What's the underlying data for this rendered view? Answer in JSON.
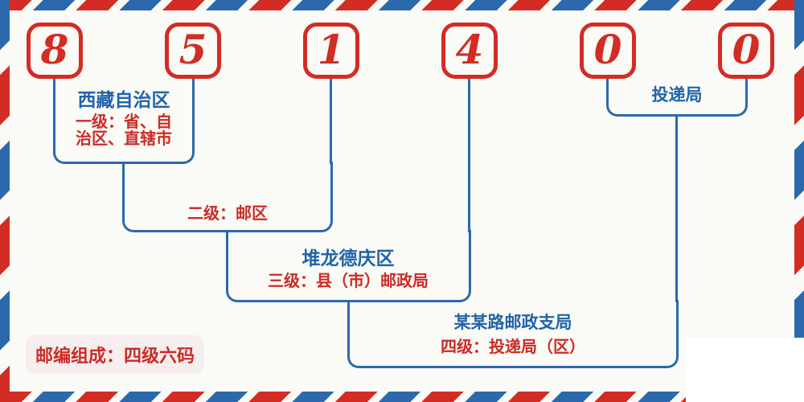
{
  "postal_code": {
    "digits": [
      "8",
      "5",
      "1",
      "4",
      "0",
      "0"
    ]
  },
  "annotations": {
    "level1": {
      "place": "西藏自治区",
      "label_line1": "一级：省、自",
      "label_line2": "治区、直辖市"
    },
    "level2": {
      "label": "二级：邮区"
    },
    "level3": {
      "place": "堆龙德庆区",
      "label": "三级：县（市）邮政局"
    },
    "level4": {
      "place": "某某路邮政支局",
      "label": "四级：投递局（区）"
    },
    "delivery_office": {
      "label": "投递局"
    }
  },
  "badge": {
    "text": "邮编组成：四级六码"
  },
  "colors": {
    "red": "#d22c24",
    "blue": "#2b69ac",
    "text_blue": "#2164a8",
    "text_red": "#cb2b26",
    "badge_bg": "#f5edee",
    "bg": "#fafaf6"
  }
}
